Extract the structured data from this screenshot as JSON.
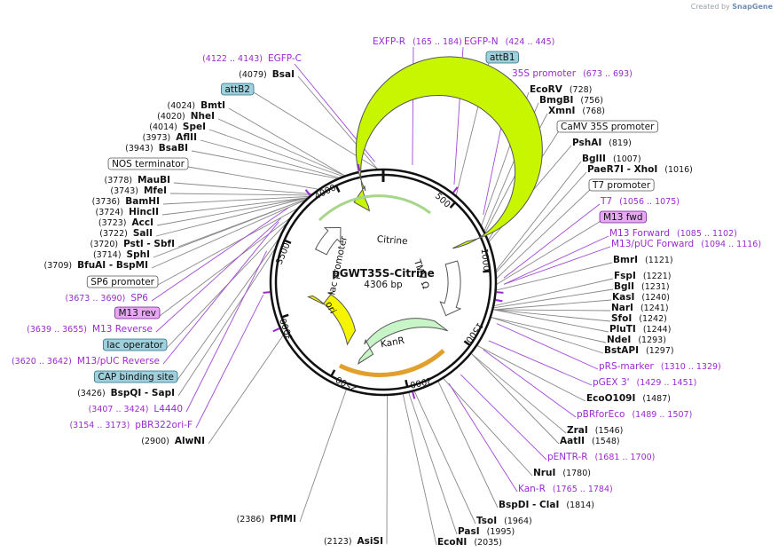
{
  "credit": {
    "prefix": "Created by",
    "brand": "SnapGene"
  },
  "plasmid": {
    "name": "pGWT35S-Citrine",
    "length": "4306 bp"
  },
  "ring_ticks": [
    "500",
    "1000",
    "1500",
    "2000",
    "2500",
    "3000",
    "3500",
    "4000"
  ],
  "features": [
    {
      "label": "Citrine",
      "kind": "cds",
      "color": "#c8f500"
    },
    {
      "label": "TMV Ω",
      "kind": "misc",
      "color": "#ffffff"
    },
    {
      "label": "lac promoter",
      "kind": "promoter",
      "color": "#ffffff"
    },
    {
      "label": "ori",
      "kind": "origin",
      "color": "#f5f500"
    },
    {
      "label": "KanR",
      "kind": "cds",
      "color": "#c8f5c8"
    }
  ],
  "labels": [
    {
      "id": "egfp-c",
      "pos": "(4122 .. 4143)",
      "name": "EGFP-C",
      "kind": "primer"
    },
    {
      "id": "bsai",
      "pos": "(4079)",
      "name": "BsaI",
      "kind": "enzyme"
    },
    {
      "id": "attb2",
      "name": "attB2",
      "kind": "box-teal"
    },
    {
      "id": "bmti",
      "pos": "(4024)",
      "name": "BmtI",
      "kind": "enzyme"
    },
    {
      "id": "nhei",
      "pos": "(4020)",
      "name": "NheI",
      "kind": "enzyme"
    },
    {
      "id": "spei",
      "pos": "(4014)",
      "name": "SpeI",
      "kind": "enzyme"
    },
    {
      "id": "aflii",
      "pos": "(3973)",
      "name": "AflII",
      "kind": "enzyme"
    },
    {
      "id": "bsabi",
      "pos": "(3943)",
      "name": "BsaBI",
      "kind": "enzyme"
    },
    {
      "id": "nos-terminator",
      "name": "NOS terminator",
      "kind": "box-white"
    },
    {
      "id": "maubi",
      "pos": "(3778)",
      "name": "MauBI",
      "kind": "enzyme"
    },
    {
      "id": "mfei",
      "pos": "(3743)",
      "name": "MfeI",
      "kind": "enzyme"
    },
    {
      "id": "bamhi",
      "pos": "(3736)",
      "name": "BamHI",
      "kind": "enzyme"
    },
    {
      "id": "hincii",
      "pos": "(3724)",
      "name": "HincII",
      "kind": "enzyme"
    },
    {
      "id": "acci",
      "pos": "(3723)",
      "name": "AccI",
      "kind": "enzyme"
    },
    {
      "id": "sali",
      "pos": "(3722)",
      "name": "SalI",
      "kind": "enzyme"
    },
    {
      "id": "psti",
      "pos": "(3720)",
      "name": "PstI  -  SbfI",
      "kind": "enzyme"
    },
    {
      "id": "sphi",
      "pos": "(3714)",
      "name": "SphI",
      "kind": "enzyme"
    },
    {
      "id": "bfuai",
      "pos": "(3709)",
      "name": "BfuAI  -  BspMI",
      "kind": "enzyme"
    },
    {
      "id": "sp6-promoter",
      "name": "SP6 promoter",
      "kind": "box-white"
    },
    {
      "id": "sp6",
      "pos": "(3673 .. 3690)",
      "name": "SP6",
      "kind": "primer"
    },
    {
      "id": "m13-rev",
      "name": "M13 rev",
      "kind": "box-purple"
    },
    {
      "id": "m13-reverse",
      "pos": "(3639 .. 3655)",
      "name": "M13 Reverse",
      "kind": "primer"
    },
    {
      "id": "lac-operator",
      "name": "lac operator",
      "kind": "box-teal"
    },
    {
      "id": "m13puc-reverse",
      "pos": "(3620 .. 3642)",
      "name": "M13/pUC Reverse",
      "kind": "primer"
    },
    {
      "id": "cap-binding",
      "name": "CAP binding site",
      "kind": "box-teal"
    },
    {
      "id": "bspqi",
      "pos": "(3426)",
      "name": "BspQI  -  SapI",
      "kind": "enzyme"
    },
    {
      "id": "l4440",
      "pos": "(3407 .. 3424)",
      "name": "L4440",
      "kind": "primer"
    },
    {
      "id": "pbr322ori",
      "pos": "(3154 .. 3173)",
      "name": "pBR322ori-F",
      "kind": "primer"
    },
    {
      "id": "alwni",
      "pos": "(2900)",
      "name": "AlwNI",
      "kind": "enzyme"
    },
    {
      "id": "pflmi",
      "pos": "(2386)",
      "name": "PflMI",
      "kind": "enzyme"
    },
    {
      "id": "asisi",
      "pos": "(2123)",
      "name": "AsiSI",
      "kind": "enzyme"
    },
    {
      "id": "exfp-r",
      "pos": "(165 .. 184)",
      "name": "EXFP-R",
      "kind": "primer"
    },
    {
      "id": "egfp-n",
      "pos": "(424 .. 445)",
      "name": "EGFP-N",
      "kind": "primer"
    },
    {
      "id": "attb1",
      "name": "attB1",
      "kind": "box-teal"
    },
    {
      "id": "35s-promoter",
      "pos": "(673 .. 693)",
      "name": "35S promoter",
      "kind": "primer"
    },
    {
      "id": "ecorv",
      "pos": "(728)",
      "name": "EcoRV",
      "kind": "enzyme"
    },
    {
      "id": "bmgbi",
      "pos": "(756)",
      "name": "BmgBI",
      "kind": "enzyme"
    },
    {
      "id": "xmni",
      "pos": "(768)",
      "name": "XmnI",
      "kind": "enzyme"
    },
    {
      "id": "camv-35s",
      "name": "CaMV 35S promoter",
      "kind": "box-white"
    },
    {
      "id": "pshai",
      "pos": "(819)",
      "name": "PshAI",
      "kind": "enzyme"
    },
    {
      "id": "bglii",
      "pos": "(1007)",
      "name": "BglII",
      "kind": "enzyme"
    },
    {
      "id": "paer7i",
      "pos": "(1016)",
      "name": "PaeR7I  -  XhoI",
      "kind": "enzyme"
    },
    {
      "id": "t7-promoter",
      "name": "T7 promoter",
      "kind": "box-white"
    },
    {
      "id": "t7",
      "pos": "(1056 .. 1075)",
      "name": "T7",
      "kind": "primer"
    },
    {
      "id": "m13-fwd",
      "name": "M13 fwd",
      "kind": "box-purple"
    },
    {
      "id": "m13-forward",
      "pos": "(1085 .. 1102)",
      "name": "M13 Forward",
      "kind": "primer"
    },
    {
      "id": "m13puc-forward",
      "pos": "(1094 .. 1116)",
      "name": "M13/pUC Forward",
      "kind": "primer"
    },
    {
      "id": "bmri",
      "pos": "(1121)",
      "name": "BmrI",
      "kind": "enzyme"
    },
    {
      "id": "fspi",
      "pos": "(1221)",
      "name": "FspI",
      "kind": "enzyme"
    },
    {
      "id": "bgli",
      "pos": "(1231)",
      "name": "BglI",
      "kind": "enzyme"
    },
    {
      "id": "kasi",
      "pos": "(1240)",
      "name": "KasI",
      "kind": "enzyme"
    },
    {
      "id": "nari",
      "pos": "(1241)",
      "name": "NarI",
      "kind": "enzyme"
    },
    {
      "id": "sfoi",
      "pos": "(1242)",
      "name": "SfoI",
      "kind": "enzyme"
    },
    {
      "id": "plutl",
      "pos": "(1244)",
      "name": "PluTI",
      "kind": "enzyme"
    },
    {
      "id": "ndei",
      "pos": "(1293)",
      "name": "NdeI",
      "kind": "enzyme"
    },
    {
      "id": "bstapi",
      "pos": "(1297)",
      "name": "BstAPI",
      "kind": "enzyme"
    },
    {
      "id": "prs-marker",
      "pos": "(1310 .. 1329)",
      "name": "pRS-marker",
      "kind": "primer"
    },
    {
      "id": "pgex3",
      "pos": "(1429 .. 1451)",
      "name": "pGEX 3'",
      "kind": "primer"
    },
    {
      "id": "ecoo109i",
      "pos": "(1487)",
      "name": "EcoO109I",
      "kind": "enzyme"
    },
    {
      "id": "pbrforeco",
      "pos": "(1489 .. 1507)",
      "name": "pBRforEco",
      "kind": "primer"
    },
    {
      "id": "zrai",
      "pos": "(1546)",
      "name": "ZraI",
      "kind": "enzyme"
    },
    {
      "id": "aatii",
      "pos": "(1548)",
      "name": "AatII",
      "kind": "enzyme"
    },
    {
      "id": "pentr-r",
      "pos": "(1681 .. 1700)",
      "name": "pENTR-R",
      "kind": "primer"
    },
    {
      "id": "nrui",
      "pos": "(1780)",
      "name": "NruI",
      "kind": "enzyme"
    },
    {
      "id": "kan-r",
      "pos": "(1765 .. 1784)",
      "name": "Kan-R",
      "kind": "primer"
    },
    {
      "id": "bspdi",
      "pos": "(1814)",
      "name": "BspDI  -  ClaI",
      "kind": "enzyme"
    },
    {
      "id": "tsoi",
      "pos": "(1964)",
      "name": "TsoI",
      "kind": "enzyme"
    },
    {
      "id": "pasi",
      "pos": "(1995)",
      "name": "PasI",
      "kind": "enzyme"
    },
    {
      "id": "econi",
      "pos": "(2035)",
      "name": "EcoNI",
      "kind": "enzyme"
    }
  ]
}
